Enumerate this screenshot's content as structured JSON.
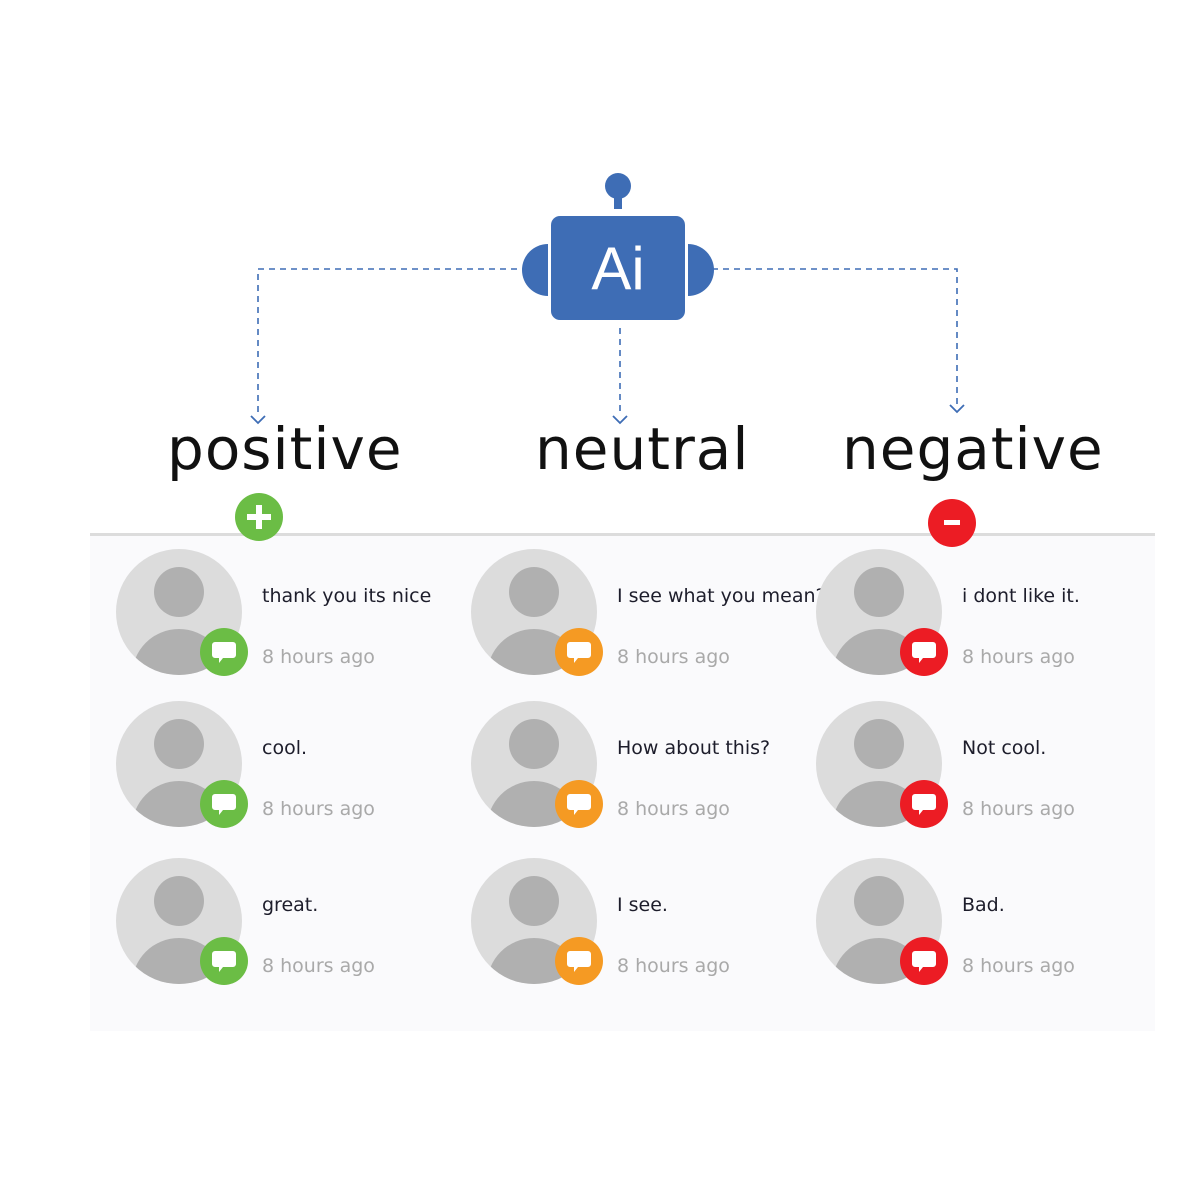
{
  "ai_label": "Ai",
  "colors": {
    "ai_blue": "#3e6db5",
    "positive": "#6bbd45",
    "neutral": "#f59a23",
    "negative": "#ec1c24"
  },
  "categories": [
    {
      "label": "positive",
      "sign_icon": "plus-icon",
      "comments": [
        {
          "text": "thank you its nice",
          "time": "8 hours ago"
        },
        {
          "text": "cool.",
          "time": "8 hours ago"
        },
        {
          "text": "great.",
          "time": "8 hours ago"
        }
      ]
    },
    {
      "label": "neutral",
      "comments": [
        {
          "text": "I see what you mean?",
          "time": "8 hours ago"
        },
        {
          "text": "How about this?",
          "time": "8 hours ago"
        },
        {
          "text": "I see.",
          "time": "8 hours ago"
        }
      ]
    },
    {
      "label": "negative",
      "sign_icon": "minus-icon",
      "comments": [
        {
          "text": "i dont like it.",
          "time": "8 hours ago"
        },
        {
          "text": "Not cool.",
          "time": "8 hours ago"
        },
        {
          "text": "Bad.",
          "time": "8 hours ago"
        }
      ]
    }
  ]
}
